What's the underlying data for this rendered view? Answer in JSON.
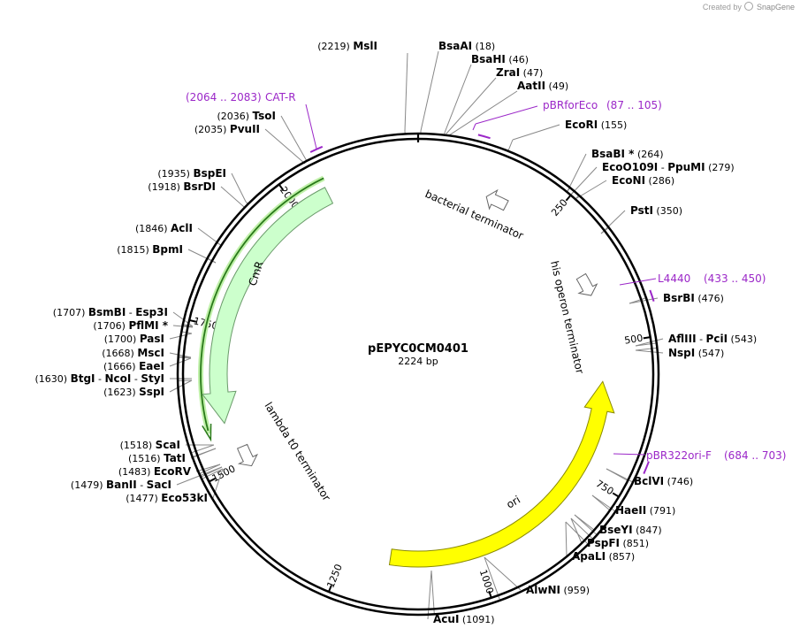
{
  "credit": {
    "created_by": "Created by",
    "brand": "SnapGene"
  },
  "plasmid": {
    "name": "pEPYC0CM0401",
    "size_label": "2224 bp",
    "length": 2224
  },
  "ticks": [
    "250",
    "500",
    "750",
    "1000",
    "1250",
    "1500",
    "1750",
    "2000"
  ],
  "features": [
    {
      "label": "bacterial terminator"
    },
    {
      "label": "his operon terminator"
    },
    {
      "label": "ori"
    },
    {
      "label": "lambda t0 terminator"
    },
    {
      "label": "CmR"
    }
  ],
  "primers": [
    {
      "name": "CAT-R",
      "range": "(2064 .. 2083)"
    },
    {
      "name": "pBRforEco",
      "range": "(87 .. 105)"
    },
    {
      "name": "L4440",
      "range": "(433 .. 450)"
    },
    {
      "name": "pBR322ori-F",
      "range": "(684 .. 703)"
    }
  ],
  "enzymes": [
    {
      "name": "MslI",
      "pos": "(2219)"
    },
    {
      "name": "BsaAI",
      "pos": "(18)"
    },
    {
      "name": "BsaHI",
      "pos": "(46)"
    },
    {
      "name": "ZraI",
      "pos": "(47)"
    },
    {
      "name": "AatII",
      "pos": "(49)"
    },
    {
      "name": "EcoRI",
      "pos": "(155)"
    },
    {
      "name": "BsaBI *",
      "pos": "(264)"
    },
    {
      "name": "EcoO109I",
      "name2": "PpuMI",
      "pos": "(279)"
    },
    {
      "name": "EcoNI",
      "pos": "(286)"
    },
    {
      "name": "PstI",
      "pos": "(350)"
    },
    {
      "name": "BsrBI",
      "pos": "(476)"
    },
    {
      "name": "AflIII",
      "name2": "PciI",
      "pos": "(543)"
    },
    {
      "name": "NspI",
      "pos": "(547)"
    },
    {
      "name": "BclVI",
      "pos": "(746)"
    },
    {
      "name": "HaeII",
      "pos": "(791)"
    },
    {
      "name": "BseYI",
      "pos": "(847)"
    },
    {
      "name": "PspFI",
      "pos": "(851)"
    },
    {
      "name": "ApaLI",
      "pos": "(857)"
    },
    {
      "name": "AlwNI",
      "pos": "(959)"
    },
    {
      "name": "AcuI",
      "pos": "(1091)"
    },
    {
      "name": "ScaI",
      "pos": "(1518)"
    },
    {
      "name": "TatI",
      "pos": "(1516)"
    },
    {
      "name": "EcoRV",
      "pos": "(1483)"
    },
    {
      "name": "BanII",
      "name2": "SacI",
      "pos": "(1479)"
    },
    {
      "name": "Eco53kI",
      "pos": "(1477)"
    },
    {
      "name": "BsmBI",
      "name2": "Esp3I",
      "pos": "(1707)"
    },
    {
      "name": "PflMI *",
      "pos": "(1706)"
    },
    {
      "name": "PasI",
      "pos": "(1700)"
    },
    {
      "name": "MscI",
      "pos": "(1668)"
    },
    {
      "name": "EaeI",
      "pos": "(1666)"
    },
    {
      "name": "BtgI",
      "name2": "NcoI",
      "name3": "StyI",
      "pos": "(1630)"
    },
    {
      "name": "SspI",
      "pos": "(1623)"
    },
    {
      "name": "BpmI",
      "pos": "(1815)"
    },
    {
      "name": "AclI",
      "pos": "(1846)"
    },
    {
      "name": "BsrDI",
      "pos": "(1918)"
    },
    {
      "name": "BspEI",
      "pos": "(1935)"
    },
    {
      "name": "PvuII",
      "pos": "(2035)"
    },
    {
      "name": "TsoI",
      "pos": "(2036)"
    }
  ],
  "colors": {
    "ring": "#000000",
    "cmr_fill": "#ccffcc",
    "ori_fill": "#ffff00",
    "primer": "#9b27c8",
    "terminator_fill": "#ffffff",
    "cmr_highlight": "#2a7a1a"
  }
}
